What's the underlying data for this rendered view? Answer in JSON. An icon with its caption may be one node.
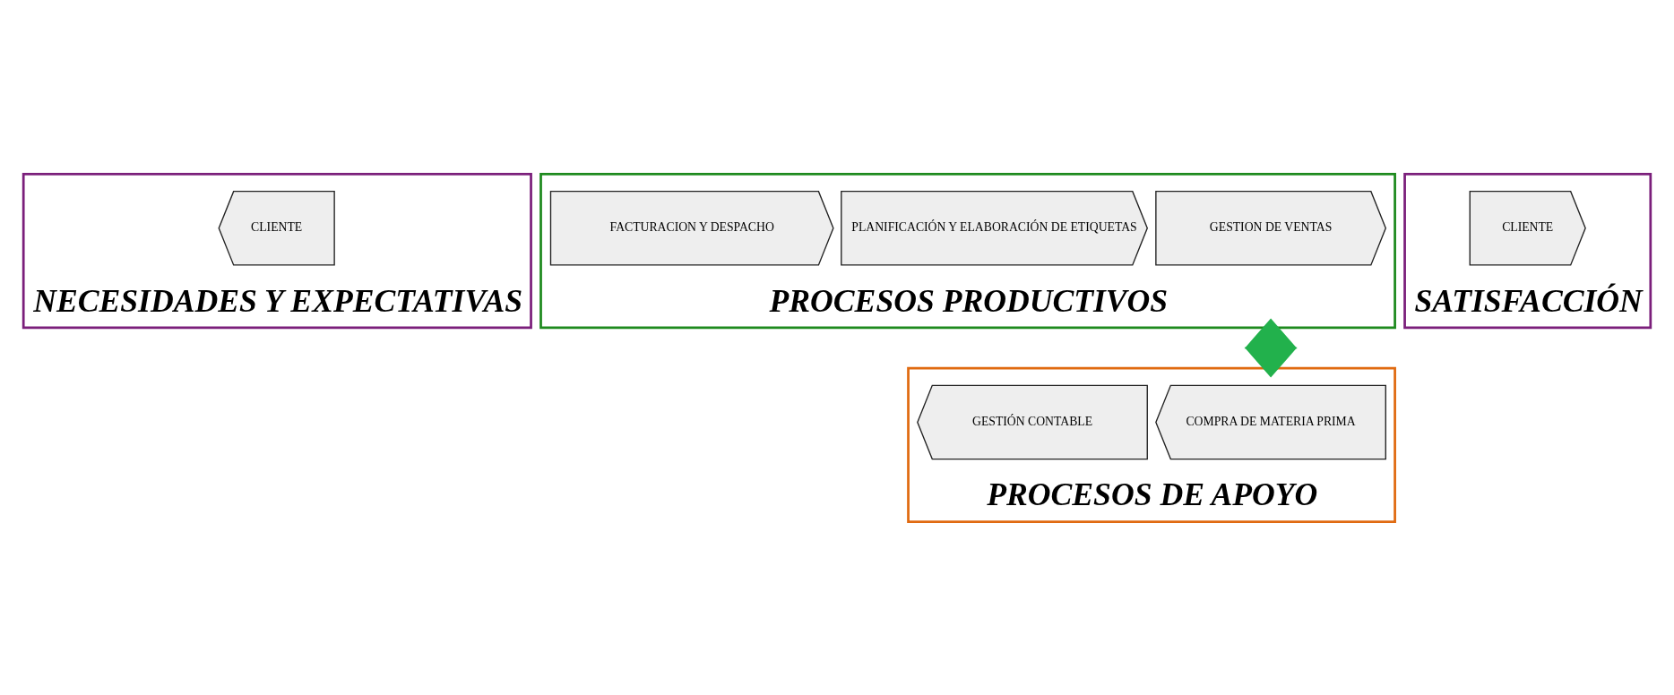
{
  "diagram": {
    "nodes": [
      {
        "text": [
          "NECESIDADES Y EXPECTATIVAS"
        ]
      },
      {
        "text": [
          "CLIENTE"
        ],
        "in": 0
      },
      {
        "text": [
          "PROCESOS PRODUCTIVOS"
        ]
      },
      {
        "text": [
          "GESTION DE VENTAS"
        ],
        "in": 2
      },
      {
        "text": [
          "PLANIFICACIÓN Y ELABORACIÓN DE ETIQUETAS"
        ],
        "in": 2
      },
      {
        "text": [
          "FACTURACION Y DESPACHO"
        ],
        "in": 2
      },
      {
        "text": [
          "PROCESOS DE APOYO"
        ]
      },
      {
        "text": [
          "COMPRA DE MATERIA PRIMA"
        ],
        "in": 6
      },
      {
        "text": [
          "GESTIÓN CONTABLE"
        ],
        "in": 6
      },
      {
        "text": [
          "SATISFACCIÓN"
        ]
      },
      {
        "text": [
          "CLIENTE"
        ],
        "in": 9
      }
    ],
    "edges": [
      {
        "from": 2,
        "to": 6,
        "arrow": "both",
        "style": "thick",
        "color": "#22b14c"
      }
    ]
  }
}
